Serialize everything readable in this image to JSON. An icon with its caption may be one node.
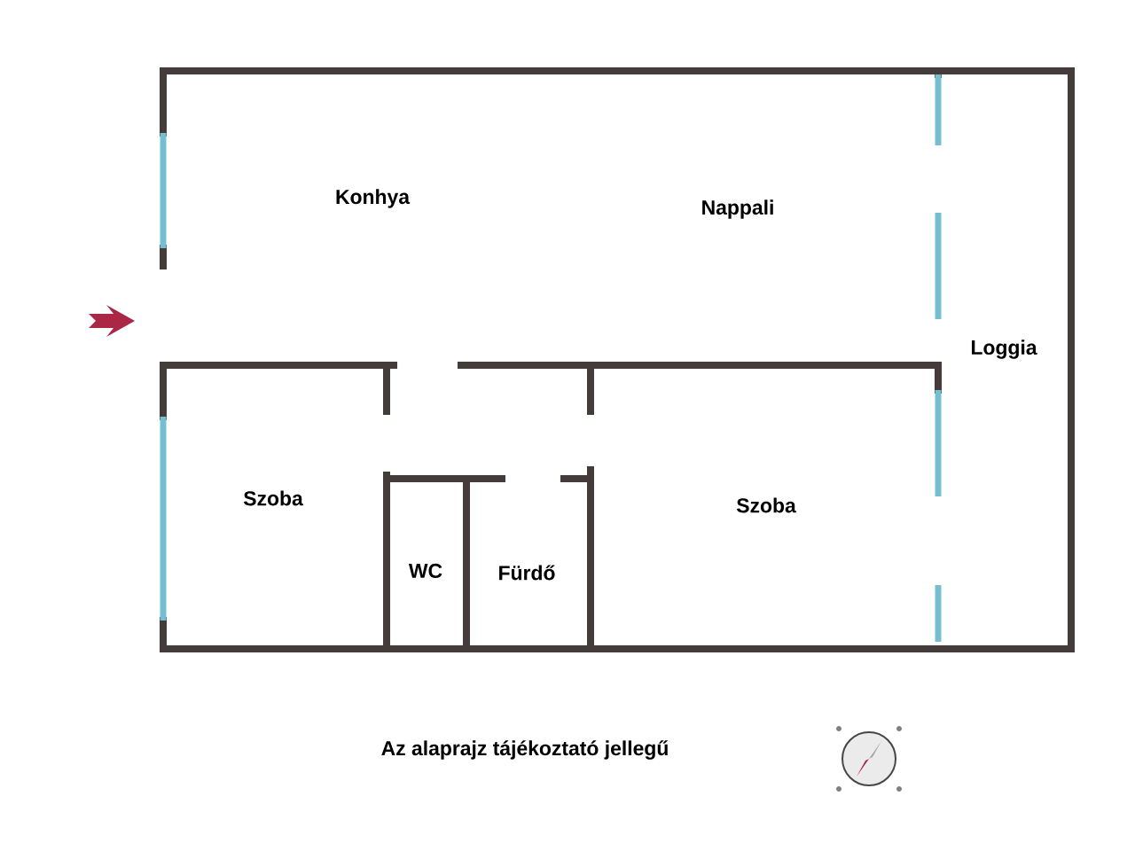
{
  "diagram": {
    "labels": [
      "Konhya",
      "Nappali",
      "Loggia",
      "Szoba",
      "Szoba",
      "WC",
      "Fürdő",
      "Az alaprajz tájékoztató jellegű"
    ]
  }
}
